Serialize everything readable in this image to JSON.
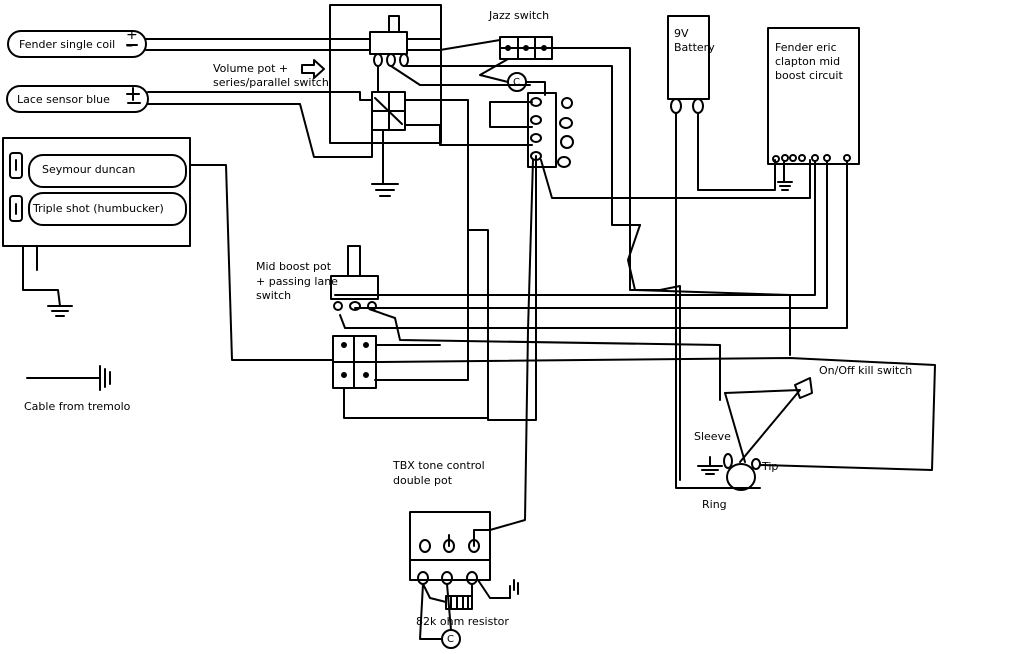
{
  "labels": {
    "fender_single_coil": "Fender single coil",
    "lace_sensor_blue": "Lace sensor blue",
    "seymour_duncan": "Seymour duncan",
    "triple_shot": "Triple shot (humbucker)",
    "volume_pot_line1": "Volume pot +",
    "volume_pot_line2": "series/parallel switch",
    "jazz_switch": "Jazz switch",
    "battery_line1": "9V",
    "battery_line2": "Battery",
    "circuit_line1": "Fender eric",
    "circuit_line2": "clapton mid",
    "circuit_line3": "boost circuit",
    "mid_boost_line1": "Mid boost pot",
    "mid_boost_line2": "+ passing lane",
    "mid_boost_line3": "switch",
    "cable_from_tremolo": "Cable from tremolo",
    "kill_switch": "On/Off kill switch",
    "sleeve": "Sleeve",
    "tip": "Tip",
    "ring": "Ring",
    "tbx_line1": "TBX tone control",
    "tbx_line2": "double pot",
    "resistor": "82k ohm resistor",
    "cap_symbol": "C",
    "plus_symbol": "+",
    "minus_symbol": "–"
  }
}
